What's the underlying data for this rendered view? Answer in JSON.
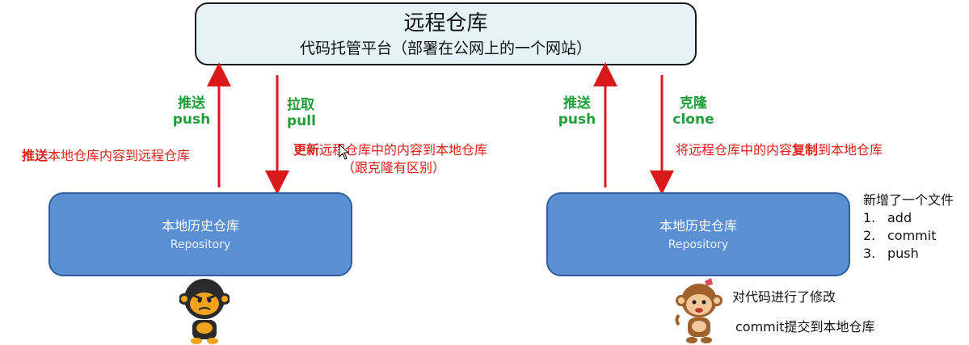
{
  "remote": {
    "title": "远程仓库",
    "subtitle": "代码托管平台（部署在公网上的一个网站）"
  },
  "left": {
    "push_cn": "推送",
    "push_en": "push",
    "pull_cn": "拉取",
    "pull_en": "pull",
    "push_desc_bold": "推送",
    "push_desc_rest": "本地仓库内容到远程仓库",
    "pull_desc_bold": "更新",
    "pull_desc_rest": "远程仓库中的内容到本地仓库",
    "pull_desc_note": "（跟克隆有区别）",
    "local_title": "本地历史仓库",
    "local_subtitle": "Repository"
  },
  "right": {
    "push_cn": "推送",
    "push_en": "push",
    "clone_cn": "克隆",
    "clone_en": "clone",
    "clone_desc_pre": "将远程仓库中的内容",
    "clone_desc_bold": "复制",
    "clone_desc_post": "到本地仓库",
    "local_title": "本地历史仓库",
    "local_subtitle": "Repository",
    "new_file_title": "新增了一个文件",
    "steps": [
      {
        "num": "1.",
        "label": "add"
      },
      {
        "num": "2.",
        "label": "commit"
      },
      {
        "num": "3.",
        "label": "push"
      }
    ],
    "modify_note": "对代码进行了修改",
    "commit_note": "commit提交到本地仓库"
  },
  "colors": {
    "arrow": "#d9191a",
    "green": "#1f9e3a",
    "red": "#e0201b",
    "local_box": "#5b8fd3",
    "remote_box": "#e5f3f6"
  }
}
